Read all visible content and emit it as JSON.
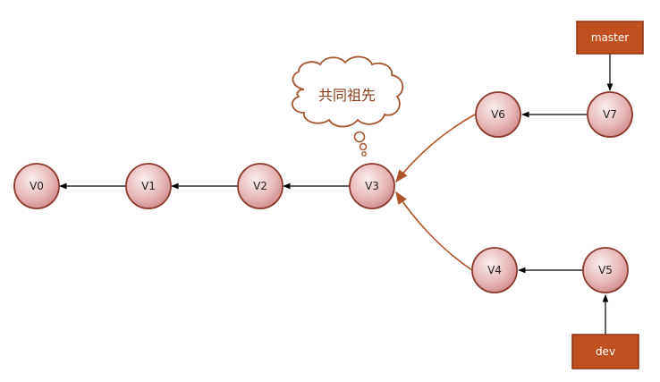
{
  "diagram": {
    "commits": [
      "V0",
      "V1",
      "V2",
      "V3",
      "V4",
      "V5",
      "V6",
      "V7"
    ],
    "branches": {
      "master": "master",
      "dev": "dev"
    },
    "callout": "共同祖先",
    "colors": {
      "node_fill_light": "#f6dddd",
      "node_fill_dark": "#d39090",
      "node_stroke": "#8b3a2b",
      "branch_fill": "#c0501f",
      "branch_stroke": "#8e3212",
      "merge_arrow": "#b0552a",
      "plain_arrow": "#000000",
      "callout_stroke": "#a5552e",
      "callout_text": "#8a3b1a"
    }
  }
}
